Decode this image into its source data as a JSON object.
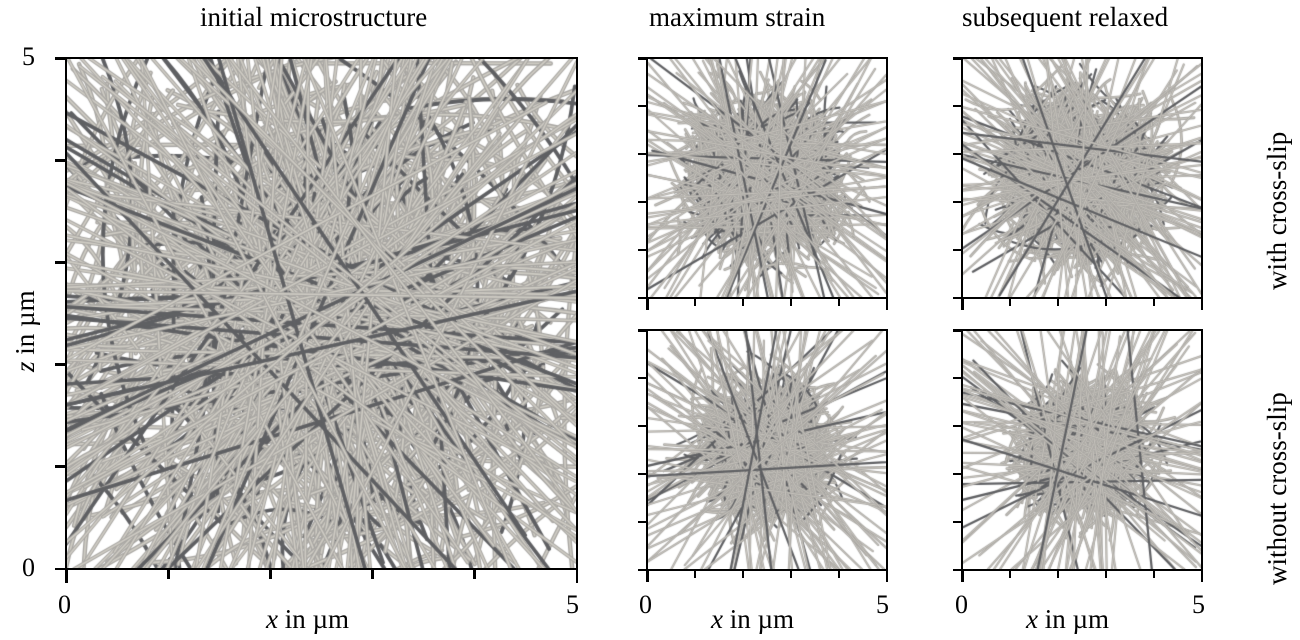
{
  "figure": {
    "column_titles": {
      "initial": "initial microstructure",
      "max_strain": "maximum strain",
      "relaxed": "subsequent relaxed"
    },
    "row_labels": {
      "with": "with cross-slip",
      "without": "without cross-slip"
    },
    "axes": {
      "x_label_var": "x",
      "x_label_rest": " in µm",
      "z_label_var": "z",
      "z_label_rest": " in µm",
      "x_min_label": "0",
      "x_max_label": "5",
      "z_min_label": "0",
      "z_max_label": "5",
      "range": [
        0,
        5
      ],
      "minor_tick_count": 5
    },
    "colors": {
      "line_light": "#cfccc4",
      "line_mid": "#a8a6a2",
      "line_dark": "#5f6063",
      "frame": "#000000",
      "background": "#ffffff"
    },
    "panels": [
      {
        "id": "initial",
        "seed": 11,
        "lines": 520,
        "cluster": 0.55,
        "width": 3.2,
        "len": 0.55
      },
      {
        "id": "max-with",
        "seed": 23,
        "lines": 1400,
        "cluster": 0.32,
        "width": 1.6,
        "len": 0.22
      },
      {
        "id": "relaxed-with",
        "seed": 37,
        "lines": 1300,
        "cluster": 0.33,
        "width": 1.6,
        "len": 0.24
      },
      {
        "id": "max-without",
        "seed": 41,
        "lines": 1100,
        "cluster": 0.26,
        "width": 1.6,
        "len": 0.22
      },
      {
        "id": "relaxed-without",
        "seed": 53,
        "lines": 1000,
        "cluster": 0.25,
        "width": 1.6,
        "len": 0.22
      }
    ]
  }
}
